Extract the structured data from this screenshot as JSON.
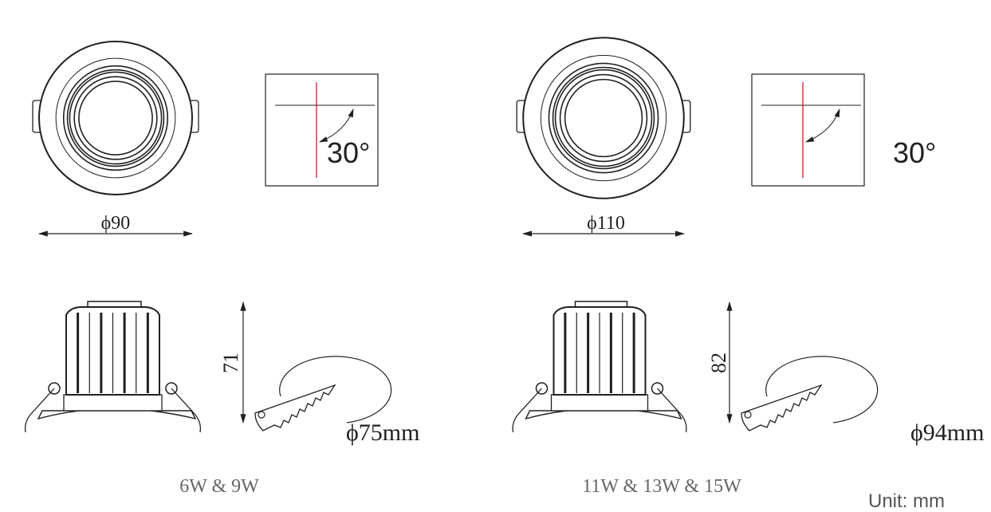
{
  "models": [
    {
      "diameter_label": "ϕ90",
      "tilt_label": "30°",
      "height_label": "71",
      "cutout_label": "ϕ75mm",
      "power_label": "6W & 9W"
    },
    {
      "diameter_label": "ϕ110",
      "tilt_label": "30°",
      "height_label": "82",
      "cutout_label": "ϕ94mm",
      "power_label": "11W  & 13W & 15W"
    }
  ],
  "unit_label": "Unit: mm",
  "colors": {
    "line": "#231f20",
    "axis": "#e0001b",
    "caption": "#666666"
  }
}
